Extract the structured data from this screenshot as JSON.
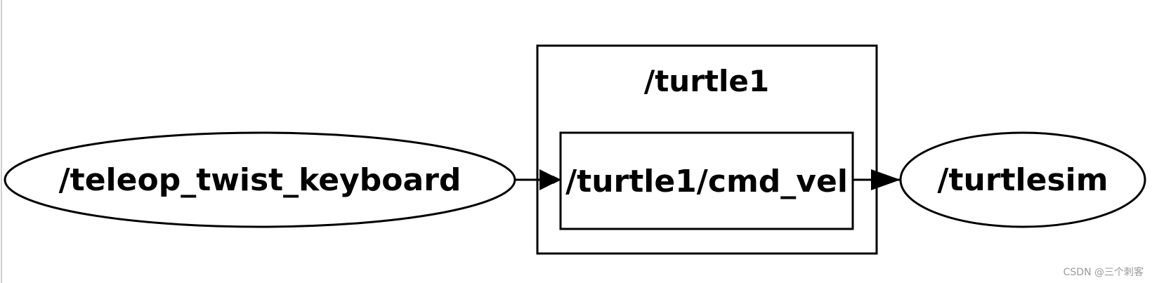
{
  "graph": {
    "nodes": {
      "teleop": "/teleop_twist_keyboard",
      "turtlesim": "/turtlesim"
    },
    "namespace_box": "/turtle1",
    "topic_box": "/turtle1/cmd_vel"
  },
  "watermark": "CSDN @三个刺客",
  "colors": {
    "background": "#ffffff",
    "stroke": "#000000",
    "watermark": "#9a9a9a"
  }
}
